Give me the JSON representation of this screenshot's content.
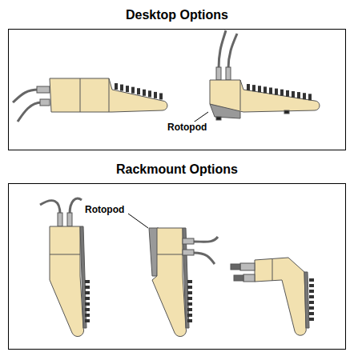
{
  "diagram": {
    "nodes": [
      {
        "text": [
          "Desktop Options"
        ]
      },
      {
        "text": [
          "Rackmount Options"
        ]
      }
    ],
    "labels": [
      "Rotopod",
      "Rotopod"
    ]
  }
}
